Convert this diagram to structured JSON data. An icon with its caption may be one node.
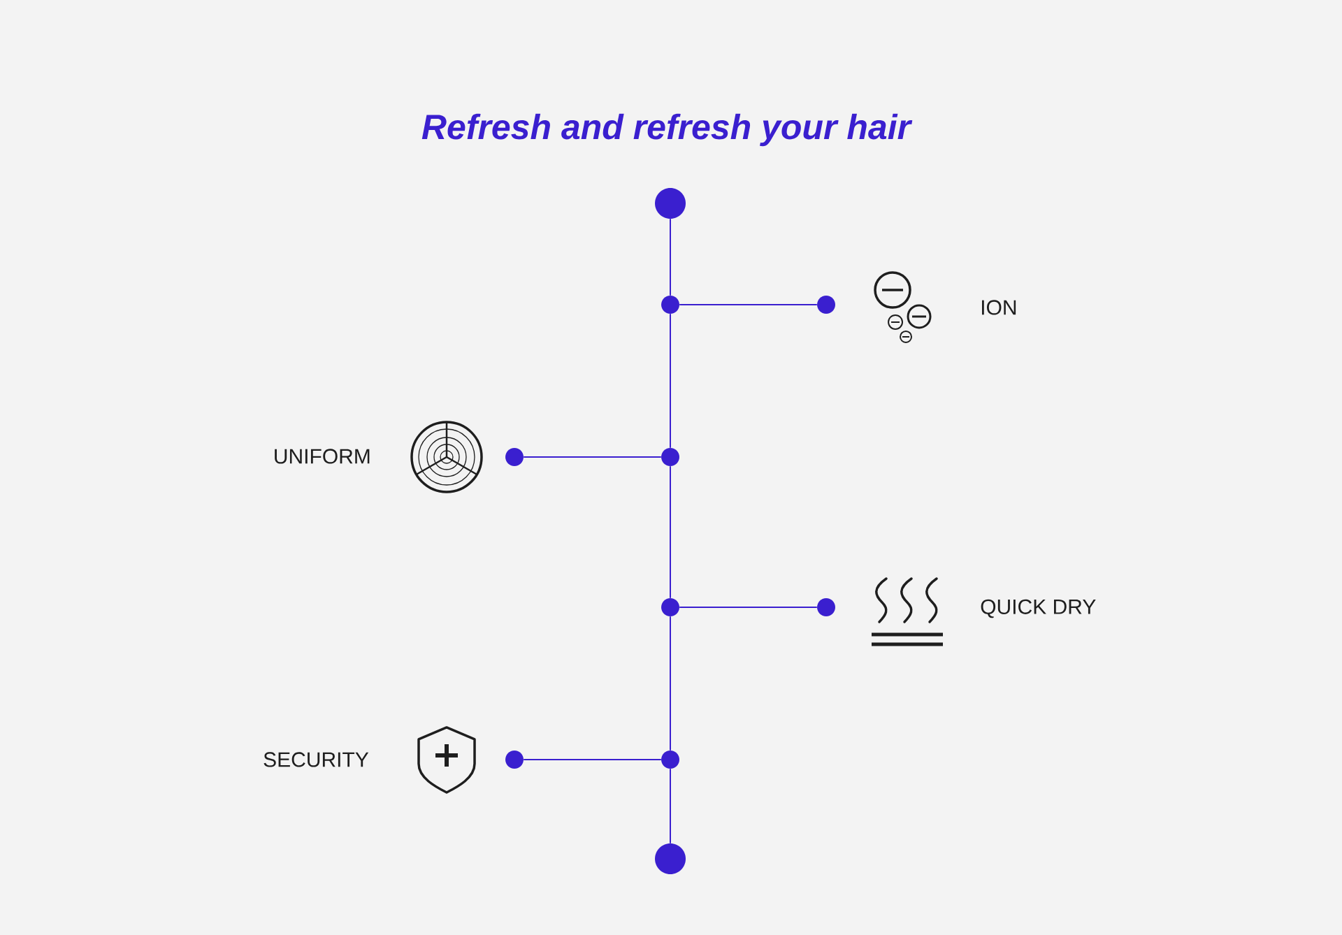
{
  "diagram": {
    "title": "Refresh and refresh your hair",
    "nodes": [
      {
        "text": [],
        "shape": "circle"
      },
      {
        "text": [],
        "shape": "circle"
      },
      {
        "text": [],
        "shape": "circle"
      },
      {
        "text": [],
        "shape": "circle"
      },
      {
        "text": [],
        "shape": "circle"
      },
      {
        "text": [],
        "shape": "circle"
      },
      {
        "text": [],
        "shape": "circle"
      },
      {
        "text": [],
        "shape": "circle"
      },
      {
        "text": [],
        "shape": "circle"
      },
      {
        "text": [],
        "shape": "circle"
      }
    ],
    "edges": [
      {
        "from": 0,
        "to": 1,
        "arrow": "none"
      },
      {
        "from": 1,
        "to": 4,
        "arrow": "none"
      },
      {
        "from": 4,
        "to": 5,
        "arrow": "none"
      },
      {
        "from": 5,
        "to": 8,
        "arrow": "none"
      },
      {
        "from": 8,
        "to": 9,
        "arrow": "none"
      },
      {
        "from": 1,
        "to": 2,
        "arrow": "none"
      },
      {
        "from": 4,
        "to": 3,
        "arrow": "none"
      },
      {
        "from": 5,
        "to": 6,
        "arrow": "none"
      },
      {
        "from": 8,
        "to": 7,
        "arrow": "none"
      }
    ],
    "labels": [
      "ION",
      "UNIFORM",
      "QUICK DRY",
      "SECURITY"
    ]
  }
}
